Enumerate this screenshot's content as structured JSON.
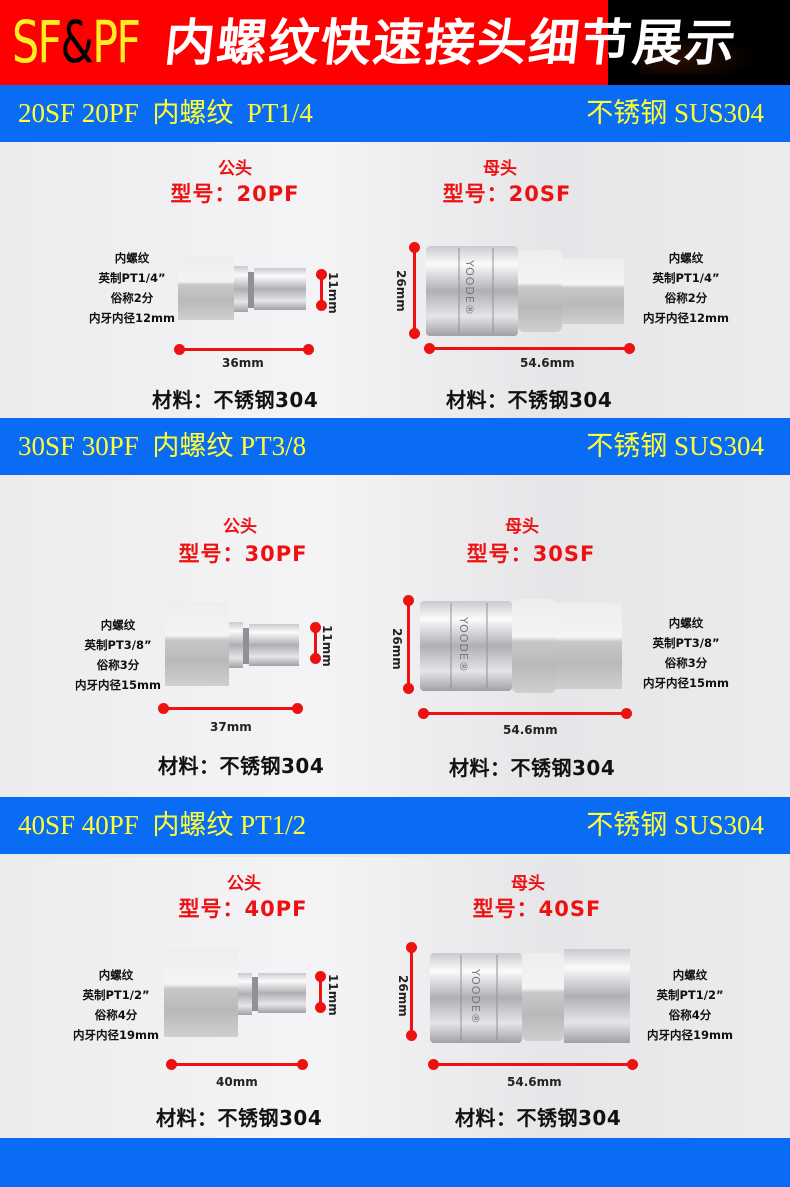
{
  "header": {
    "brand_left": "SF",
    "brand_amp": "&",
    "brand_right": "PF",
    "title": "内螺纹快速接头细节展示"
  },
  "colors": {
    "banner_red": "#ff0000",
    "bar_blue": "#0a6cf5",
    "bar_text_yellow": "#ffff33",
    "brand_yellow": "#ffee22",
    "label_red": "#ee1111"
  },
  "sections": [
    {
      "bar_left": "20SF 20PF  内螺纹  PT1/4",
      "bar_right": "不锈钢 SUS304",
      "male": {
        "type_label": "公头",
        "model_label": "型号：20PF",
        "spec_lines": [
          "内螺纹",
          "英制PT1/4”",
          "俗称2分",
          "内牙内径12mm"
        ],
        "length": "36mm",
        "height": "11mm",
        "material": "材料：不锈钢304"
      },
      "female": {
        "type_label": "母头",
        "model_label": "型号：20SF",
        "spec_lines": [
          "内螺纹",
          "英制PT1/4”",
          "俗称2分",
          "内牙内径12mm"
        ],
        "length": "54.6mm",
        "height": "26mm",
        "material": "材料：不锈钢304",
        "engraving": "YOODE®"
      }
    },
    {
      "bar_left": "30SF 30PF  内螺纹 PT3/8",
      "bar_right": "不锈钢 SUS304",
      "male": {
        "type_label": "公头",
        "model_label": "型号：30PF",
        "spec_lines": [
          "内螺纹",
          "英制PT3/8”",
          "俗称3分",
          "内牙内径15mm"
        ],
        "length": "37mm",
        "height": "11mm",
        "material": "材料：不锈钢304"
      },
      "female": {
        "type_label": "母头",
        "model_label": "型号：30SF",
        "spec_lines": [
          "内螺纹",
          "英制PT3/8”",
          "俗称3分",
          "内牙内径15mm"
        ],
        "length": "54.6mm",
        "height": "26mm",
        "material": "材料：不锈钢304",
        "engraving": "YOODE®"
      }
    },
    {
      "bar_left": "40SF 40PF  内螺纹 PT1/2",
      "bar_right": "不锈钢 SUS304",
      "male": {
        "type_label": "公头",
        "model_label": "型号：40PF",
        "spec_lines": [
          "内螺纹",
          "英制PT1/2”",
          "俗称4分",
          "内牙内径19mm"
        ],
        "length": "40mm",
        "height": "11mm",
        "material": "材料：不锈钢304"
      },
      "female": {
        "type_label": "母头",
        "model_label": "型号：40SF",
        "spec_lines": [
          "内螺纹",
          "英制PT1/2”",
          "俗称4分",
          "内牙内径19mm"
        ],
        "length": "54.6mm",
        "height": "26mm",
        "material": "材料：不锈钢304",
        "engraving": "YOODE®"
      }
    }
  ]
}
